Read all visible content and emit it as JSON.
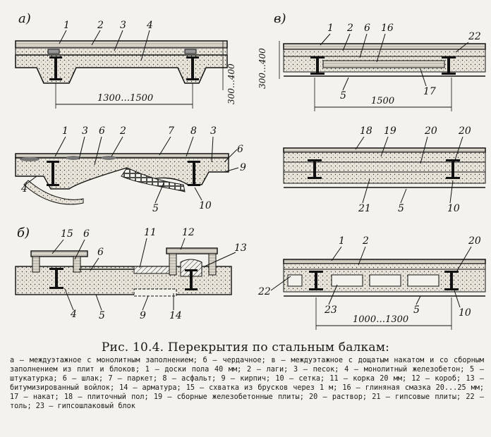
{
  "panels": {
    "a": "а)",
    "b": "б)",
    "v": "в)"
  },
  "labels": {
    "a_top": [
      "1",
      "2",
      "3",
      "4"
    ],
    "a_mid_top": [
      "1",
      "3",
      "6",
      "2",
      "7",
      "8",
      "3",
      "6",
      "9"
    ],
    "a_mid_bottom": [
      "4",
      "5",
      "10"
    ],
    "b_top": [
      "15",
      "6",
      "6",
      "11",
      "12",
      "13"
    ],
    "b_bottom": [
      "4",
      "5",
      "9",
      "14"
    ],
    "v_top": [
      "1",
      "2",
      "6",
      "16",
      "22"
    ],
    "v_top_bottom": [
      "5",
      "17"
    ],
    "v_mid_top": [
      "18",
      "19",
      "20",
      "20"
    ],
    "v_mid_bottom": [
      "21",
      "5",
      "10"
    ],
    "v_bot_top": [
      "1",
      "2",
      "20"
    ],
    "v_bot_bottom": [
      "22",
      "23",
      "5",
      "10"
    ]
  },
  "dimensions": {
    "a_span": "1300…1500",
    "a_height": "300…400",
    "v_span": "1500",
    "v_height": "300…400",
    "v_bot_span": "1000…1300"
  },
  "caption": {
    "title": "Рис. 10.4. Перекрытия по стальным балкам:",
    "body": "а — междуэтажное с монолитным заполнением; б — чердачное; в — междуэтажное с дощатым накатом и со сборным заполнением из плит и блоков; 1 — доски пола 40 мм; 2 — лаги; 3 — песок; 4 — монолитный железобетон; 5 — штукатурка; 6 — шлак; 7 — паркет; 8 — асфальт; 9 — кирпич; 10 — сетка; 11 — корка 20 мм; 12 — короб; 13 — битумизированный войлок; 14 — арматура; 15 — схватка из брусков через 1 м; 16 — глиняная смазка 20...25 мм; 17 — накат; 18 — плиточный пол; 19 — сборные железобетонные плиты; 20 — раствор; 21 — гипсовые плиты; 22 — толь; 23 — гипсошлаковый блок"
  }
}
